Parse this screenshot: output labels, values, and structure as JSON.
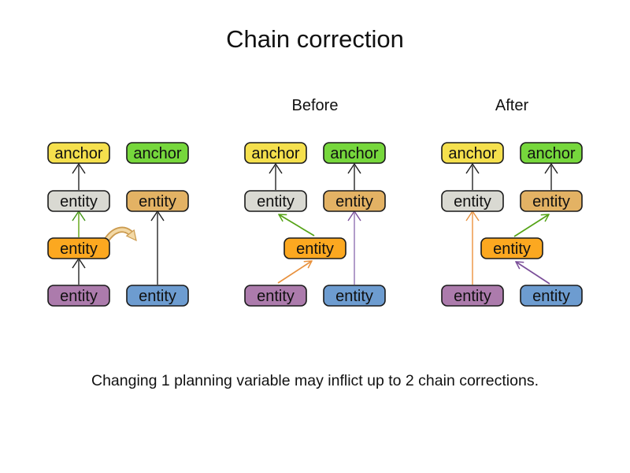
{
  "title": "Chain correction",
  "caption": "Changing 1 planning variable may inflict up to 2 chain corrections.",
  "labels": {
    "anchor": "anchor",
    "entity": "entity",
    "before": "Before",
    "after": "After"
  },
  "colors": {
    "node_border": "#1a1a1a",
    "anchor_yellow": "#F5E04D",
    "anchor_green": "#76D73C",
    "entity_gray": "#D9D9D2",
    "entity_tan": "#E3B264",
    "entity_orange": "#FCA820",
    "entity_purple": "#AC7BAC",
    "entity_blue": "#6D9CD0",
    "arrow_dark_line": "#666666",
    "arrow_dark_head": "#1f1f1f",
    "arrow_green_line": "#8FBF57",
    "arrow_green_head": "#3F9414",
    "arrow_green": "#55A316",
    "arrow_orange": "#E8913D",
    "arrow_orange_line": "#F2B277",
    "arrow_purple": "#7A4E99",
    "arrow_purple_line": "#B29CCA",
    "move_arrow_fill": "#F3D9A6",
    "move_arrow_stroke": "#CB9A4E"
  }
}
